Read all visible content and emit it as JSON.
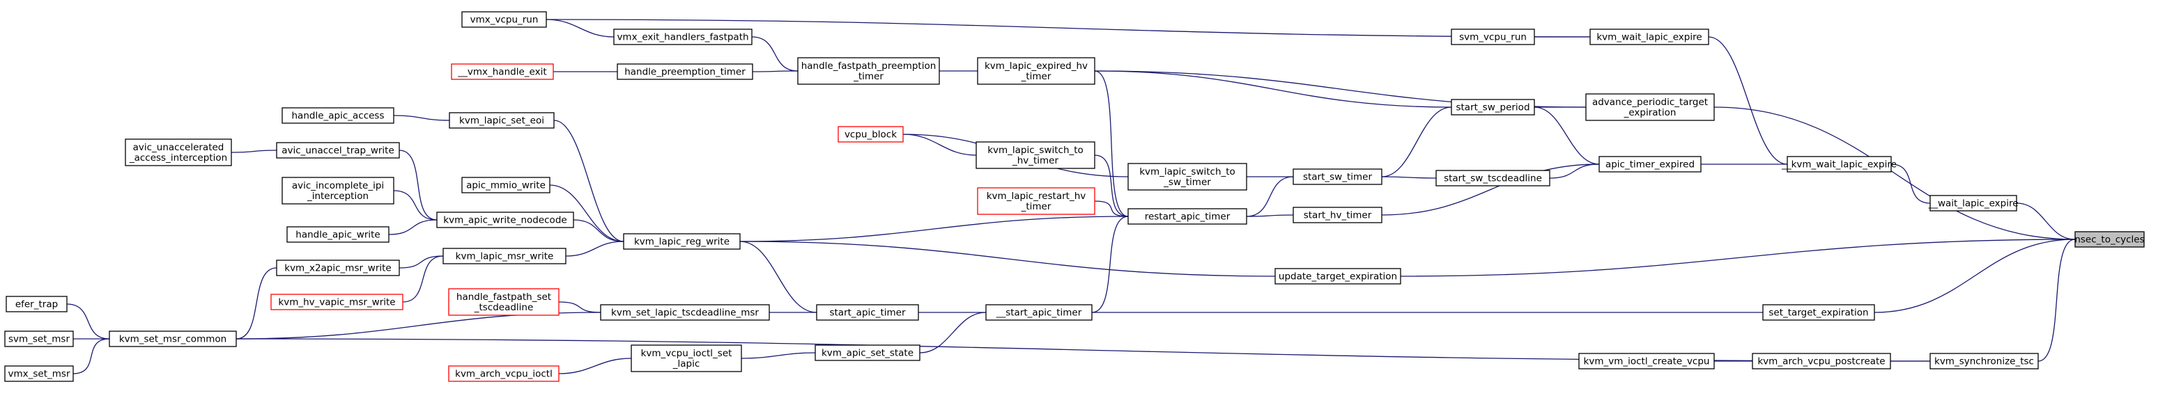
{
  "graph": {
    "root": "nsec_to_cycles",
    "edge_color": "#191970",
    "missing_node_border": "#ff0000",
    "current_node_fill": "#bfbfbf",
    "nodes": [
      {
        "id": "nsec_to_cycles",
        "lines": [
          "nsec_to_cycles"
        ],
        "current": true
      },
      {
        "id": "__wait_lapic_expire",
        "lines": [
          "__wait_lapic_expire"
        ]
      },
      {
        "id": "__kvm_wait_lapic_expire",
        "lines": [
          "__kvm_wait_lapic_expire"
        ]
      },
      {
        "id": "kvm_wait_lapic_expire",
        "lines": [
          "kvm_wait_lapic_expire"
        ]
      },
      {
        "id": "svm_vcpu_run",
        "lines": [
          "svm_vcpu_run"
        ]
      },
      {
        "id": "vmx_vcpu_run",
        "lines": [
          "vmx_vcpu_run"
        ]
      },
      {
        "id": "vmx_exit_handlers_fastpath",
        "lines": [
          "vmx_exit_handlers_fastpath"
        ]
      },
      {
        "id": "handle_fastpath_preemption_timer",
        "lines": [
          "handle_fastpath_preemption",
          "_timer"
        ]
      },
      {
        "id": "handle_preemption_timer",
        "lines": [
          "handle_preemption_timer"
        ]
      },
      {
        "id": "__vmx_handle_exit",
        "lines": [
          "__vmx_handle_exit"
        ],
        "missing": true
      },
      {
        "id": "kvm_lapic_expired_hv_timer",
        "lines": [
          "kvm_lapic_expired_hv",
          "_timer"
        ]
      },
      {
        "id": "advance_periodic_target_expiration",
        "lines": [
          "advance_periodic_target",
          "_expiration"
        ]
      },
      {
        "id": "start_sw_period",
        "lines": [
          "start_sw_period"
        ]
      },
      {
        "id": "apic_timer_expired",
        "lines": [
          "apic_timer_expired"
        ]
      },
      {
        "id": "start_sw_timer",
        "lines": [
          "start_sw_timer"
        ]
      },
      {
        "id": "start_sw_tscdeadline",
        "lines": [
          "start_sw_tscdeadline"
        ]
      },
      {
        "id": "start_hv_timer",
        "lines": [
          "start_hv_timer"
        ]
      },
      {
        "id": "kvm_lapic_switch_to_sw_timer",
        "lines": [
          "kvm_lapic_switch_to",
          "_sw_timer"
        ]
      },
      {
        "id": "kvm_lapic_switch_to_hv_timer",
        "lines": [
          "kvm_lapic_switch_to",
          "_hv_timer"
        ]
      },
      {
        "id": "vcpu_block",
        "lines": [
          "vcpu_block"
        ],
        "missing": true
      },
      {
        "id": "kvm_lapic_restart_hv_timer",
        "lines": [
          "kvm_lapic_restart_hv",
          "_timer"
        ],
        "missing": true
      },
      {
        "id": "restart_apic_timer",
        "lines": [
          "restart_apic_timer"
        ]
      },
      {
        "id": "kvm_lapic_reg_write",
        "lines": [
          "kvm_lapic_reg_write"
        ]
      },
      {
        "id": "kvm_lapic_set_eoi",
        "lines": [
          "kvm_lapic_set_eoi"
        ]
      },
      {
        "id": "handle_apic_access",
        "lines": [
          "handle_apic_access"
        ]
      },
      {
        "id": "avic_unaccel_trap_write",
        "lines": [
          "avic_unaccel_trap_write"
        ]
      },
      {
        "id": "avic_unaccelerated_access_interception",
        "lines": [
          "avic_unaccelerated",
          "_access_interception"
        ]
      },
      {
        "id": "avic_incomplete_ipi_interception",
        "lines": [
          "avic_incomplete_ipi",
          "_interception"
        ]
      },
      {
        "id": "handle_apic_write",
        "lines": [
          "handle_apic_write"
        ]
      },
      {
        "id": "apic_mmio_write",
        "lines": [
          "apic_mmio_write"
        ]
      },
      {
        "id": "kvm_apic_write_nodecode",
        "lines": [
          "kvm_apic_write_nodecode"
        ]
      },
      {
        "id": "kvm_lapic_msr_write",
        "lines": [
          "kvm_lapic_msr_write"
        ]
      },
      {
        "id": "kvm_x2apic_msr_write",
        "lines": [
          "kvm_x2apic_msr_write"
        ]
      },
      {
        "id": "kvm_hv_vapic_msr_write",
        "lines": [
          "kvm_hv_vapic_msr_write"
        ],
        "missing": true
      },
      {
        "id": "efer_trap",
        "lines": [
          "efer_trap"
        ]
      },
      {
        "id": "svm_set_msr",
        "lines": [
          "svm_set_msr"
        ]
      },
      {
        "id": "vmx_set_msr",
        "lines": [
          "vmx_set_msr"
        ]
      },
      {
        "id": "kvm_set_msr_common",
        "lines": [
          "kvm_set_msr_common"
        ]
      },
      {
        "id": "handle_fastpath_set_tscdeadline",
        "lines": [
          "handle_fastpath_set",
          "_tscdeadline"
        ],
        "missing": true
      },
      {
        "id": "kvm_set_lapic_tscdeadline_msr",
        "lines": [
          "kvm_set_lapic_tscdeadline_msr"
        ]
      },
      {
        "id": "start_apic_timer",
        "lines": [
          "start_apic_timer"
        ]
      },
      {
        "id": "__start_apic_timer",
        "lines": [
          "__start_apic_timer"
        ]
      },
      {
        "id": "kvm_apic_set_state",
        "lines": [
          "kvm_apic_set_state"
        ]
      },
      {
        "id": "kvm_vcpu_ioctl_set_lapic",
        "lines": [
          "kvm_vcpu_ioctl_set",
          "_lapic"
        ]
      },
      {
        "id": "kvm_arch_vcpu_ioctl",
        "lines": [
          "kvm_arch_vcpu_ioctl"
        ],
        "missing": true
      },
      {
        "id": "update_target_expiration",
        "lines": [
          "update_target_expiration"
        ]
      },
      {
        "id": "set_target_expiration",
        "lines": [
          "set_target_expiration"
        ]
      },
      {
        "id": "kvm_synchronize_tsc",
        "lines": [
          "kvm_synchronize_tsc"
        ]
      },
      {
        "id": "kvm_arch_vcpu_postcreate",
        "lines": [
          "kvm_arch_vcpu_postcreate"
        ]
      },
      {
        "id": "kvm_vm_ioctl_create_vcpu",
        "lines": [
          "kvm_vm_ioctl_create_vcpu"
        ]
      }
    ],
    "edges": [
      [
        "__wait_lapic_expire",
        "nsec_to_cycles"
      ],
      [
        "advance_periodic_target_expiration",
        "nsec_to_cycles"
      ],
      [
        "update_target_expiration",
        "nsec_to_cycles"
      ],
      [
        "set_target_expiration",
        "nsec_to_cycles"
      ],
      [
        "kvm_synchronize_tsc",
        "nsec_to_cycles"
      ],
      [
        "__kvm_wait_lapic_expire",
        "__wait_lapic_expire"
      ],
      [
        "kvm_wait_lapic_expire",
        "__kvm_wait_lapic_expire"
      ],
      [
        "apic_timer_expired",
        "__kvm_wait_lapic_expire"
      ],
      [
        "svm_vcpu_run",
        "kvm_wait_lapic_expire"
      ],
      [
        "vmx_vcpu_run",
        "kvm_wait_lapic_expire"
      ],
      [
        "vmx_vcpu_run",
        "vmx_exit_handlers_fastpath"
      ],
      [
        "vmx_exit_handlers_fastpath",
        "handle_fastpath_preemption_timer"
      ],
      [
        "handle_preemption_timer",
        "handle_fastpath_preemption_timer"
      ],
      [
        "__vmx_handle_exit",
        "handle_preemption_timer"
      ],
      [
        "handle_fastpath_preemption_timer",
        "kvm_lapic_expired_hv_timer"
      ],
      [
        "kvm_lapic_expired_hv_timer",
        "advance_periodic_target_expiration"
      ],
      [
        "kvm_lapic_expired_hv_timer",
        "start_sw_period"
      ],
      [
        "kvm_lapic_expired_hv_timer",
        "restart_apic_timer"
      ],
      [
        "start_sw_period",
        "advance_periodic_target_expiration"
      ],
      [
        "start_sw_period",
        "apic_timer_expired"
      ],
      [
        "start_sw_timer",
        "start_sw_period"
      ],
      [
        "start_sw_timer",
        "start_sw_tscdeadline"
      ],
      [
        "start_sw_tscdeadline",
        "apic_timer_expired"
      ],
      [
        "start_hv_timer",
        "apic_timer_expired"
      ],
      [
        "kvm_lapic_switch_to_sw_timer",
        "start_sw_timer"
      ],
      [
        "restart_apic_timer",
        "start_sw_timer"
      ],
      [
        "restart_apic_timer",
        "start_hv_timer"
      ],
      [
        "vcpu_block",
        "kvm_lapic_switch_to_sw_timer"
      ],
      [
        "vcpu_block",
        "kvm_lapic_switch_to_hv_timer"
      ],
      [
        "kvm_lapic_switch_to_hv_timer",
        "restart_apic_timer"
      ],
      [
        "kvm_lapic_restart_hv_timer",
        "restart_apic_timer"
      ],
      [
        "kvm_lapic_reg_write",
        "restart_apic_timer"
      ],
      [
        "__start_apic_timer",
        "restart_apic_timer"
      ],
      [
        "kvm_lapic_set_eoi",
        "kvm_lapic_reg_write"
      ],
      [
        "handle_apic_access",
        "kvm_lapic_set_eoi"
      ],
      [
        "apic_mmio_write",
        "kvm_lapic_reg_write"
      ],
      [
        "kvm_apic_write_nodecode",
        "kvm_lapic_reg_write"
      ],
      [
        "kvm_lapic_msr_write",
        "kvm_lapic_reg_write"
      ],
      [
        "avic_unaccel_trap_write",
        "kvm_apic_write_nodecode"
      ],
      [
        "avic_incomplete_ipi_interception",
        "kvm_apic_write_nodecode"
      ],
      [
        "handle_apic_write",
        "kvm_apic_write_nodecode"
      ],
      [
        "avic_unaccelerated_access_interception",
        "avic_unaccel_trap_write"
      ],
      [
        "kvm_x2apic_msr_write",
        "kvm_lapic_msr_write"
      ],
      [
        "kvm_hv_vapic_msr_write",
        "kvm_lapic_msr_write"
      ],
      [
        "kvm_set_msr_common",
        "kvm_x2apic_msr_write"
      ],
      [
        "kvm_set_msr_common",
        "kvm_set_lapic_tscdeadline_msr"
      ],
      [
        "kvm_set_msr_common",
        "kvm_synchronize_tsc"
      ],
      [
        "efer_trap",
        "kvm_set_msr_common"
      ],
      [
        "svm_set_msr",
        "kvm_set_msr_common"
      ],
      [
        "vmx_set_msr",
        "kvm_set_msr_common"
      ],
      [
        "handle_fastpath_set_tscdeadline",
        "kvm_set_lapic_tscdeadline_msr"
      ],
      [
        "kvm_set_lapic_tscdeadline_msr",
        "start_apic_timer"
      ],
      [
        "kvm_lapic_reg_write",
        "start_apic_timer"
      ],
      [
        "start_apic_timer",
        "__start_apic_timer"
      ],
      [
        "kvm_apic_set_state",
        "__start_apic_timer"
      ],
      [
        "kvm_vcpu_ioctl_set_lapic",
        "kvm_apic_set_state"
      ],
      [
        "kvm_arch_vcpu_ioctl",
        "kvm_vcpu_ioctl_set_lapic"
      ],
      [
        "kvm_lapic_reg_write",
        "update_target_expiration"
      ],
      [
        "__start_apic_timer",
        "set_target_expiration"
      ],
      [
        "kvm_arch_vcpu_postcreate",
        "kvm_synchronize_tsc"
      ],
      [
        "kvm_vm_ioctl_create_vcpu",
        "kvm_arch_vcpu_postcreate"
      ]
    ]
  }
}
